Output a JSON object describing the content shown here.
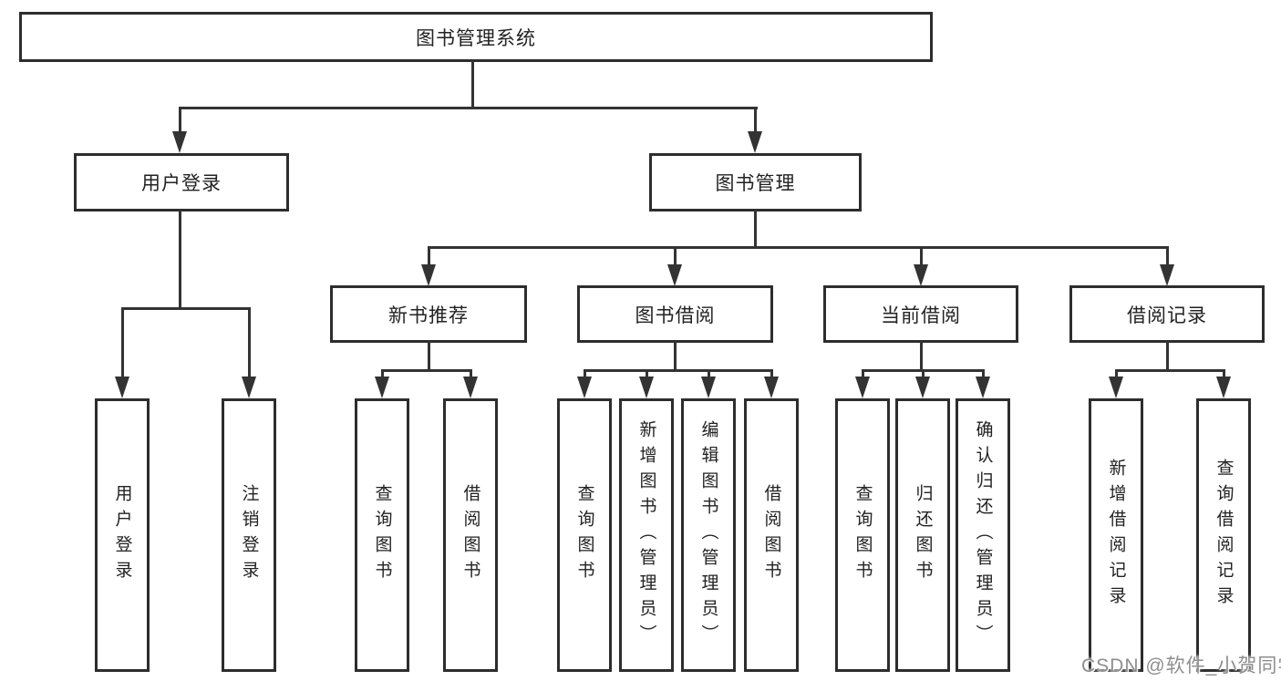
{
  "diagram": {
    "title": "图书管理系统",
    "root": {
      "label": "图书管理系统"
    },
    "level2": [
      {
        "label": "用户登录"
      },
      {
        "label": "图书管理"
      }
    ],
    "level3": [
      {
        "label": "新书推荐",
        "parent": "图书管理"
      },
      {
        "label": "图书借阅",
        "parent": "图书管理"
      },
      {
        "label": "当前借阅",
        "parent": "图书管理"
      },
      {
        "label": "借阅记录",
        "parent": "图书管理"
      }
    ],
    "leaves": [
      {
        "label": "用户登录",
        "parent": "用户登录"
      },
      {
        "label": "注销登录",
        "parent": "用户登录"
      },
      {
        "label": "查询图书",
        "parent": "新书推荐"
      },
      {
        "label": "借阅图书",
        "parent": "新书推荐"
      },
      {
        "label": "查询图书",
        "parent": "图书借阅"
      },
      {
        "label": "新增图书（管理员）",
        "parent": "图书借阅"
      },
      {
        "label": "编辑图书（管理员）",
        "parent": "图书借阅"
      },
      {
        "label": "借阅图书",
        "parent": "图书借阅"
      },
      {
        "label": "查询图书",
        "parent": "当前借阅"
      },
      {
        "label": "归还图书",
        "parent": "当前借阅"
      },
      {
        "label": "确认归还（管理员）",
        "parent": "当前借阅"
      },
      {
        "label": "新增借阅记录",
        "parent": "借阅记录"
      },
      {
        "label": "查询借阅记录",
        "parent": "借阅记录"
      }
    ],
    "colors": {
      "line": "#333333",
      "border": "#2d2d2d",
      "text": "#222222",
      "background": "#ffffff",
      "watermark_text": "#8e8e8e"
    }
  },
  "watermark": {
    "text": "CSDN @软件_小贺同学"
  }
}
